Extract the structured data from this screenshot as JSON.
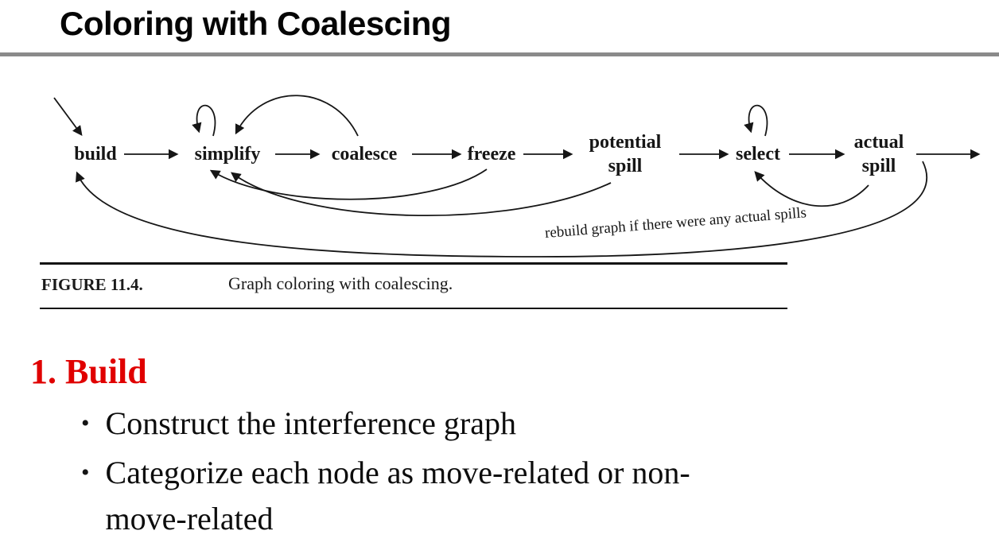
{
  "slide": {
    "title": "Coloring with Coalescing"
  },
  "figure": {
    "nodes": {
      "build": "build",
      "simplify": "simplify",
      "coalesce": "coalesce",
      "freeze": "freeze",
      "potential_spill_line1": "potential",
      "potential_spill_line2": "spill",
      "select": "select",
      "actual_spill_line1": "actual",
      "actual_spill_line2": "spill"
    },
    "annotation": "rebuild graph if there were any actual spills",
    "caption": {
      "label": "FIGURE 11.4.",
      "text": "Graph coloring with coalescing."
    }
  },
  "body": {
    "heading": "1. Build",
    "bullet_char": "•",
    "bullets": [
      "Construct the interference graph",
      "Categorize each node as move-related or non-move-related"
    ]
  },
  "colors": {
    "heading_red": "#e00000",
    "divider_gray": "#8a8a8a",
    "ink": "#161616"
  }
}
